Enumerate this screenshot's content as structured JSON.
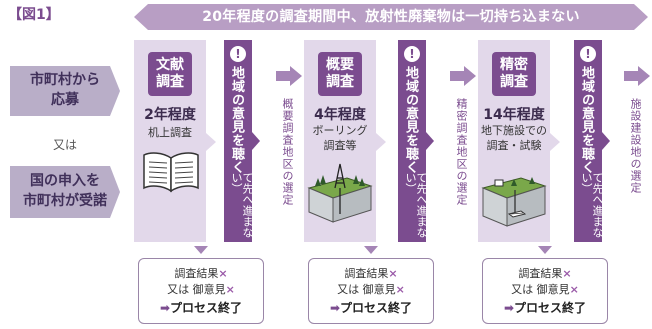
{
  "figure_label": "【図1】",
  "banner": "20年程度の調査期間中、放射性廃棄物は一切持ち込まない",
  "applicants": {
    "municipality": "市町村から\n応募",
    "or": "又は",
    "national": "国の申入を\n市町村が受諾"
  },
  "stages": [
    {
      "title": "文献\n調査",
      "period": "2年程度",
      "method": "机上調査",
      "illustration": "book-icon"
    },
    {
      "title": "概要\n調査",
      "period": "4年程度",
      "method": "ボーリング\n調査等",
      "illustration": "boring-drill-icon"
    },
    {
      "title": "精密\n調査",
      "period": "14年程度",
      "method": "地下施設での\n調査・試験",
      "illustration": "underground-facility-icon"
    }
  ],
  "opinion": {
    "alert_mark": "!",
    "main": "地域の意見を聴く",
    "sub": "（意見に反して先へ進まない）"
  },
  "selections": [
    "概要調査地区の選定",
    "精密調査地区の選定",
    "施設建設地の選定"
  ],
  "result": {
    "line1": "調査結果",
    "line2": "又は 御意見",
    "x_mark": "×",
    "end_arrow": "➡",
    "end_label": "プロセス終了"
  },
  "colors": {
    "accent": "#7b4c8f",
    "stage_bg": "#e2d8ea",
    "banner": "#b89ec4",
    "applicant_bg": "#b9aec8"
  }
}
